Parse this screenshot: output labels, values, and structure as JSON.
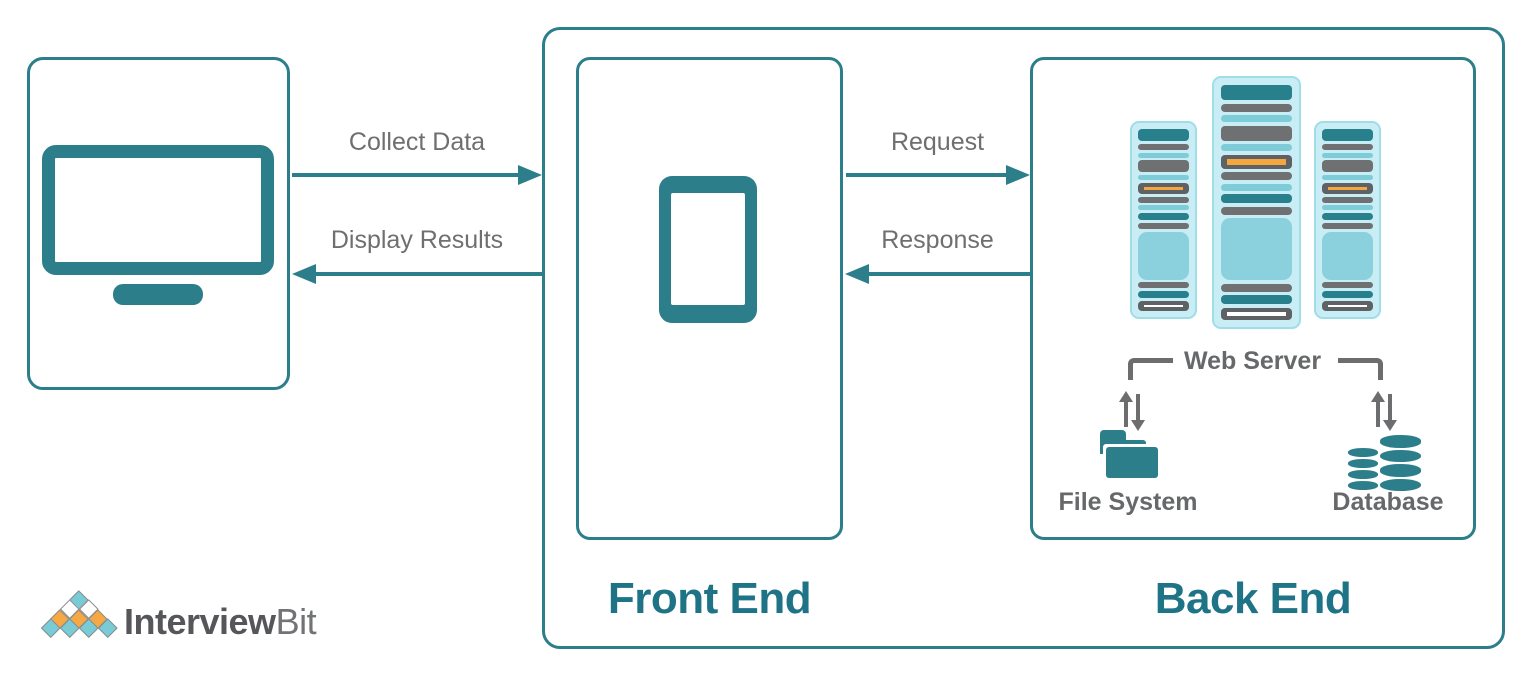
{
  "labels": {
    "collect_data": "Collect Data",
    "display_results": "Display Results",
    "request": "Request",
    "response": "Response",
    "front_end": "Front End",
    "back_end": "Back End",
    "web_server": "Web Server",
    "file_system": "File System",
    "database": "Database"
  },
  "logo": {
    "brand_bold": "Interview",
    "brand_light": "Bit",
    "diamond_rows": [
      [
        "teal"
      ],
      [
        "white",
        "white"
      ],
      [
        "orange",
        "orange",
        "orange"
      ],
      [
        "teal",
        "teal",
        "teal",
        "teal"
      ]
    ]
  },
  "colors": {
    "teal": "#2b7e8a",
    "headline_teal": "#1e7486",
    "label_gray": "#6f6f6f",
    "bold_label_gray": "#66686a",
    "bracket_gray": "#6b6d6f",
    "rack_background": "#c9edf4",
    "rack_border": "#9fdde8",
    "bar_teal": "#27808b",
    "bar_gray": "#6e7072",
    "bar_cyan": "#7fccd9",
    "bar_panel": "#8bd1dd",
    "bar_orange": "#f4a73e",
    "logo_teal": "#79cbd5",
    "logo_orange": "#f5a843"
  },
  "racks": {
    "bar_sequence": [
      "teal-lg",
      "gray",
      "cyan",
      "gray-lg",
      "cyan",
      "orange",
      "gray",
      "cyan",
      "teal",
      "gray",
      "panel",
      "gray",
      "teal",
      "white-inset"
    ],
    "units": [
      {
        "size": "small"
      },
      {
        "size": "large"
      },
      {
        "size": "small"
      }
    ]
  }
}
